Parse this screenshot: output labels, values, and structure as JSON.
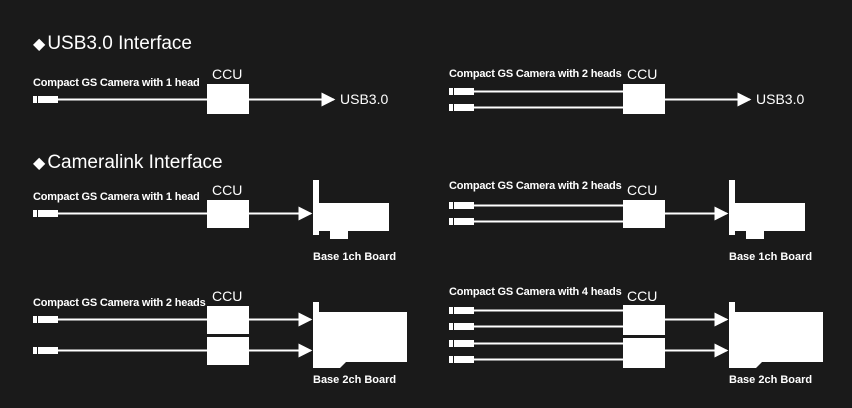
{
  "sections": [
    {
      "title": "USB3.0 Interface"
    },
    {
      "title": "Cameralink Interface"
    }
  ],
  "ccu_label": "CCU",
  "usb_output_label": "USB3.0",
  "panels": {
    "usb_1head": {
      "camera": "Compact GS Camera with 1 head"
    },
    "usb_2heads": {
      "camera": "Compact GS Camera with 2 heads"
    },
    "cl_1head": {
      "camera": "Compact GS Camera with 1 head",
      "board": "Base 1ch Board"
    },
    "cl_2heads_1ch": {
      "camera": "Compact GS Camera with 2 heads",
      "board": "Base 1ch Board"
    },
    "cl_2heads_2ch": {
      "camera": "Compact GS Camera with 2 heads",
      "board": "Base 2ch Board"
    },
    "cl_4heads": {
      "camera": "Compact GS Camera with 4 heads",
      "board": "Base 2ch Board"
    }
  },
  "colors": {
    "background": "#1a1a1a",
    "foreground": "#ffffff"
  }
}
